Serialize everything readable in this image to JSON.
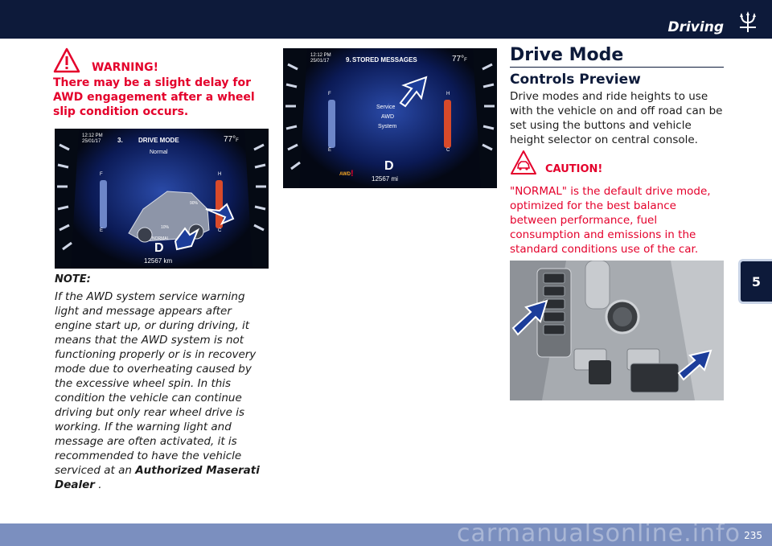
{
  "header": {
    "section": "Driving"
  },
  "chapter": {
    "number": "5"
  },
  "footer": {
    "page": "235",
    "watermark": "carmanualsonline.info"
  },
  "warning": {
    "label": "WARNING!",
    "text": "There may be a slight delay for AWD engagement after a wheel slip condition occurs."
  },
  "dash1": {
    "time": "12:12 PM",
    "date": "25/01/17",
    "page": "3.",
    "title": "DRIVE MODE",
    "temp": "77°",
    "temp_unit": "F",
    "mode": "Normal",
    "f": "F",
    "e": "E",
    "h": "H",
    "c": "C",
    "pct_right": "90%",
    "pct_left": "10%",
    "gear_mode": "NORMAL",
    "gear": "D",
    "odometer": "12567 km"
  },
  "dash2": {
    "time": "12:12 PM",
    "date": "25/01/17",
    "page": "9.",
    "title": "STORED MESSAGES",
    "temp": "77°",
    "temp_unit": "F",
    "msg1": "Service",
    "msg2": "AWD",
    "msg3": "System",
    "f": "F",
    "e": "E",
    "h": "H",
    "c": "C",
    "awd": "AWD",
    "gear": "D",
    "odometer": "12567 mi"
  },
  "note": {
    "title": "NOTE:",
    "body": "If the AWD system service warning light and message appears after engine start up, or during driving, it means that the AWD system is not functioning properly or is in recovery mode due to overheating caused by the excessive wheel spin. In this condition the vehicle can continue driving but only rear wheel drive is working. If the warning light and message are often activated, it is recommended to have the vehicle serviced at an ",
    "dealer": "Authorized Maserati Dealer",
    "end": " ."
  },
  "drive_mode": {
    "title": "Drive Mode",
    "subtitle": "Controls Preview",
    "body": "Drive modes and ride heights to use with the vehicle on and off road can be set using the buttons and vehicle height selector on central console.",
    "caution_label": "CAUTION!",
    "caution_text": "\"NORMAL\" is the default drive mode, optimized for the best balance between performance, fuel consumption and emissions in the standard conditions use of the car."
  },
  "colors": {
    "navy": "#0d1a3a",
    "red": "#e4002b",
    "footer": "#7b8fbf"
  }
}
